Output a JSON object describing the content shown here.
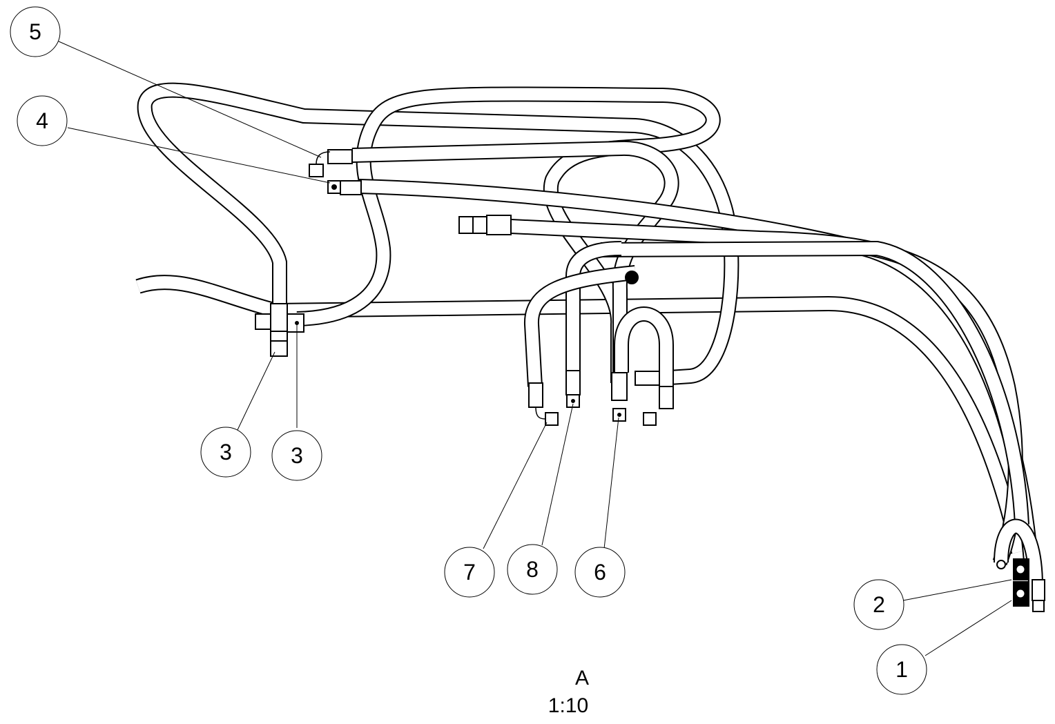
{
  "view": {
    "name": "A",
    "scale": "1:10"
  },
  "balloons": [
    {
      "id": "b5",
      "label": "5"
    },
    {
      "id": "b4",
      "label": "4"
    },
    {
      "id": "b3a",
      "label": "3"
    },
    {
      "id": "b3b",
      "label": "3"
    },
    {
      "id": "b7",
      "label": "7"
    },
    {
      "id": "b8",
      "label": "8"
    },
    {
      "id": "b6",
      "label": "6"
    },
    {
      "id": "b2",
      "label": "2"
    },
    {
      "id": "b1",
      "label": "1"
    }
  ]
}
